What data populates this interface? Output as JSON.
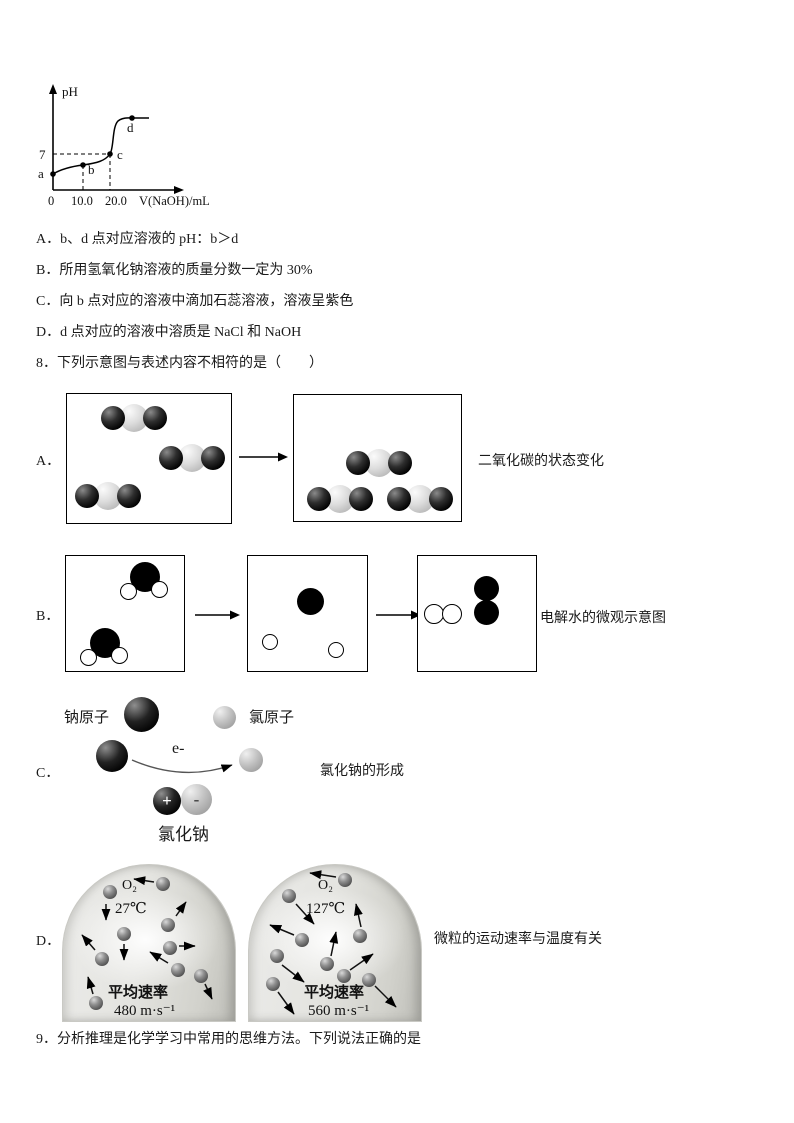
{
  "graph": {
    "y_axis_label": "pH",
    "x_axis_label": "V(NaOH)/mL",
    "tick_7": "7",
    "tick_0": "0",
    "tick_10": "10.0",
    "tick_20": "20.0",
    "pt_a": "a",
    "pt_b": "b",
    "pt_c": "c",
    "pt_d": "d"
  },
  "q7": {
    "options": [
      "A．b、d 点对应溶液的 pH：b＞d",
      "B．所用氢氧化钠溶液的质量分数一定为 30%",
      "C．向 b 点对应的溶液中滴加石蕊溶液，溶液呈紫色",
      "D．d 点对应的溶液中溶质是 NaCl 和 NaOH"
    ]
  },
  "q8": {
    "stem": "8．下列示意图与表述内容不相符的是（　　）",
    "option_a": {
      "label": "A．",
      "caption": "二氧化碳的状态变化"
    },
    "option_b": {
      "label": "B．",
      "caption": "电解水的微观示意图"
    },
    "option_c": {
      "label": "C．",
      "caption": "氯化钠的形成",
      "na_atom_label": "钠原子",
      "cl_atom_label": "氯原子",
      "electron_label": "e-",
      "plus_sign": "+",
      "minus_sign": "-",
      "nacl_label": "氯化钠"
    },
    "option_d": {
      "label": "D．",
      "caption": "微粒的运动速率与温度有关",
      "flask_left": {
        "gas": "O₂",
        "temp": "27℃",
        "rate_label": "平均速率",
        "rate_value": "480 m·s⁻¹"
      },
      "flask_right": {
        "gas": "O₂",
        "temp": "127℃",
        "rate_label": "平均速率",
        "rate_value": "560 m·s⁻¹"
      }
    }
  },
  "q9": {
    "stem": "9．分析推理是化学学习中常用的思维方法。下列说法正确的是"
  }
}
